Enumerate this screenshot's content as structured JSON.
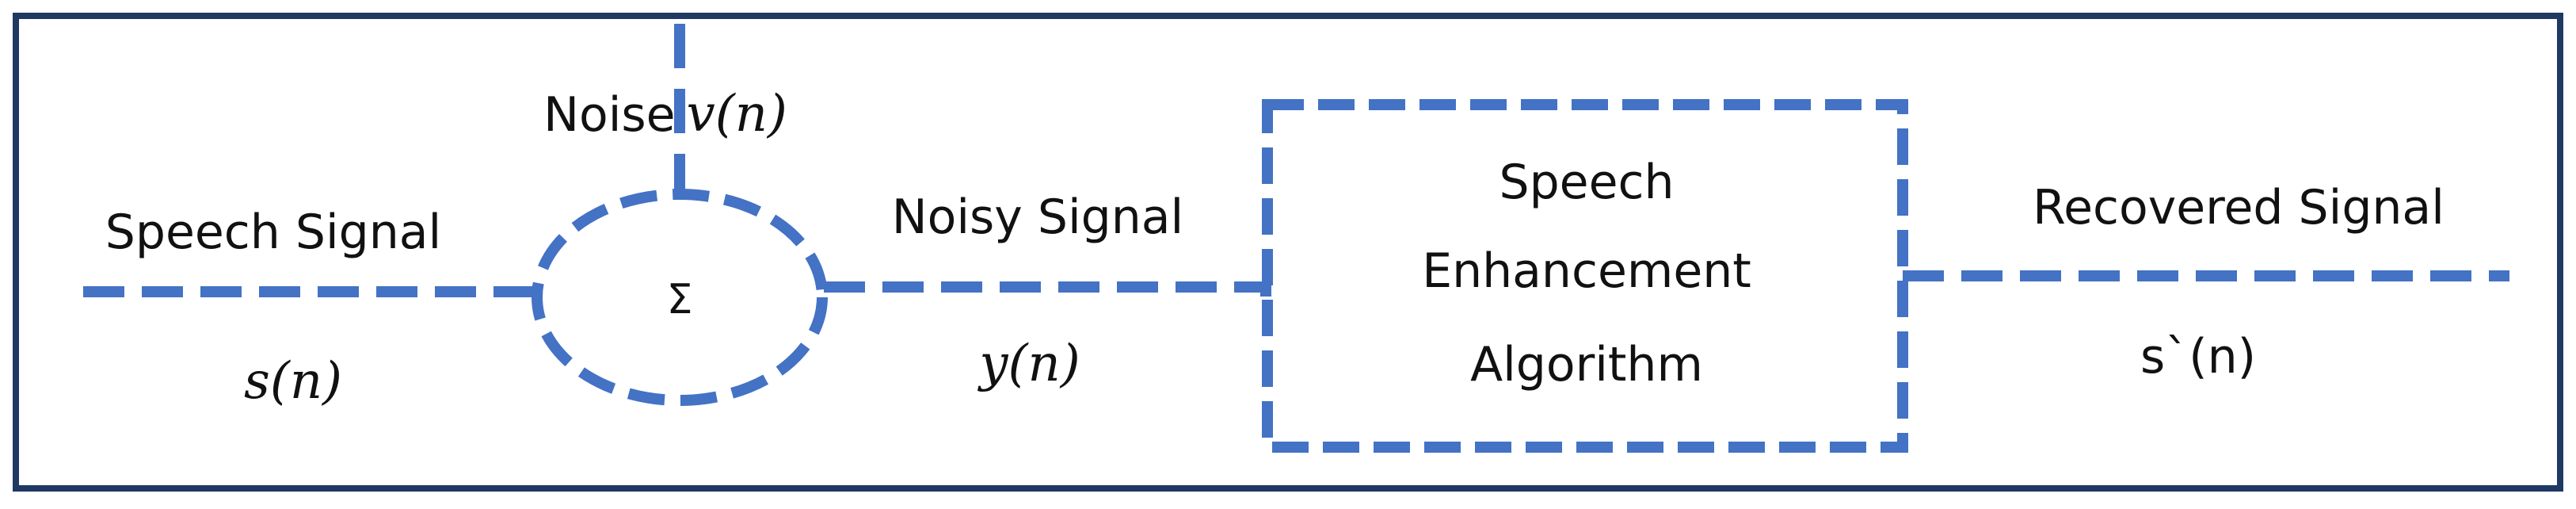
{
  "colors": {
    "frame": "#1f3864",
    "flow": "#4472c4",
    "text": "#111111"
  },
  "labels": {
    "speech_signal": "Speech Signal",
    "speech_symbol": "s(n)",
    "noise_prefix": "Noise",
    "noise_symbol": "v(n)",
    "summation": "Σ",
    "noisy_signal": "Noisy Signal",
    "noisy_symbol": "y(n)",
    "block_line1": "Speech",
    "block_line2": "Enhancement",
    "block_line3": "Algorithm",
    "recovered_signal": "Recovered Signal",
    "recovered_symbol": "s`(n)"
  }
}
